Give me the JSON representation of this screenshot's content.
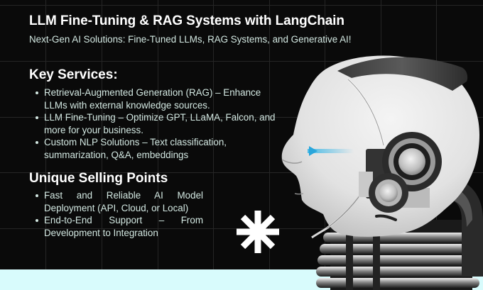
{
  "header": {
    "title": "LLM Fine-Tuning & RAG Systems with LangChain",
    "subtitle": "Next-Gen AI Solutions: Fine-Tuned LLMs, RAG Systems, and Generative AI!"
  },
  "key_services": {
    "heading": "Key Services:",
    "items": [
      {
        "text": "Retrieval-Augmented Generation (RAG) – Enhance LLMs with external knowledge sources."
      },
      {
        "text": "LLM Fine-Tuning – Optimize GPT, LLaMA, Falcon, and more for your business."
      },
      {
        "text": "Custom NLP Solutions – Text classification, summarization, Q&A, embeddings"
      }
    ]
  },
  "unique_selling_points": {
    "heading": "Unique Selling Points",
    "items": [
      {
        "text": "Fast and Reliable AI Model Deployment (API, Cloud, or Local)"
      },
      {
        "text": "End-to-End Support – From Development to Integration"
      }
    ]
  },
  "decor": {
    "asterisk_icon": "asterisk-icon",
    "image": "robot-head-with-headphones",
    "colors": {
      "background": "#0a0a0a",
      "grid": "#262626",
      "text": "#d3e8e2",
      "heading": "#ffffff",
      "bottom_band": "#d8fbfc",
      "eye_accent": "#3ab8e8"
    }
  }
}
